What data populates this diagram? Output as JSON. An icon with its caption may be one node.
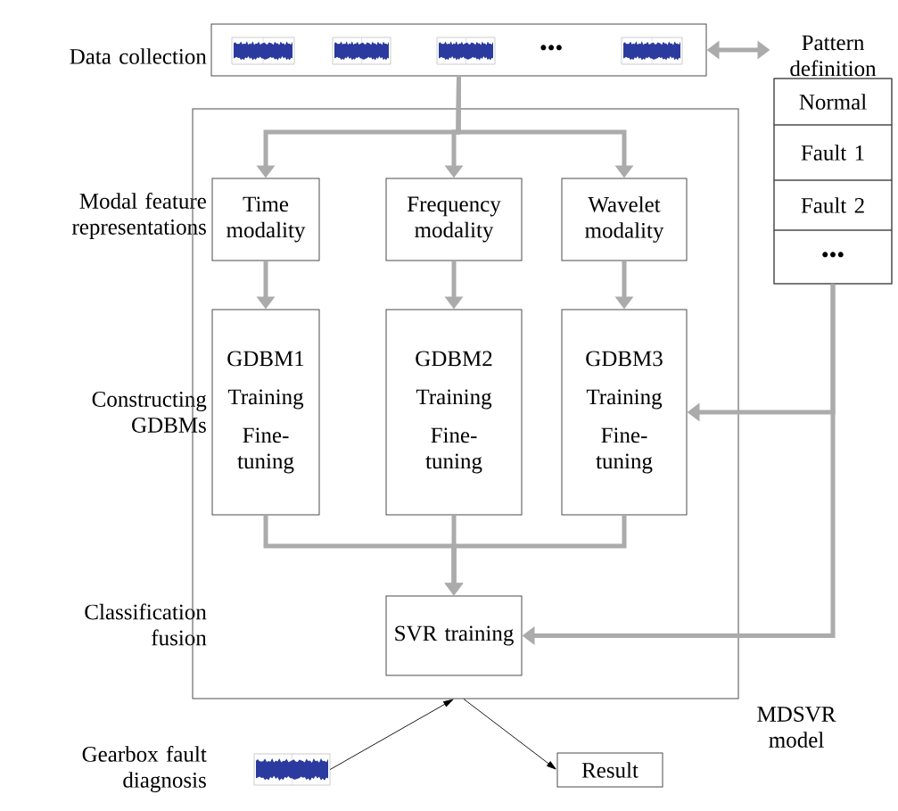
{
  "diagram": {
    "nodes": [
      {
        "text": [
          "•••"
        ]
      },
      {
        "text": [
          "Pattern definition"
        ]
      },
      {
        "text": [
          "Normal"
        ],
        "in": 1
      },
      {
        "text": [
          "Fault 1"
        ],
        "in": 1
      },
      {
        "text": [
          "Fault 2"
        ],
        "in": 1
      },
      {
        "text": [
          "•••"
        ],
        "in": 1
      },
      {
        "text": [
          "MDSVR model"
        ]
      },
      {
        "text": [
          "Time modality"
        ],
        "in": 6
      },
      {
        "text": [
          "Frequency modality"
        ],
        "in": 6
      },
      {
        "text": [
          "Wavelet modality"
        ],
        "in": 6
      },
      {
        "text": [
          "GDBM1",
          "Training",
          "Fine-tuning"
        ],
        "in": 6
      },
      {
        "text": [
          "GDBM2",
          "Training",
          "Fine-tuning"
        ],
        "in": 6
      },
      {
        "text": [
          "GDBM3",
          "Training",
          "Fine-tuning"
        ],
        "in": 6
      },
      {
        "text": [
          "SVR training"
        ],
        "in": 6
      },
      {
        "text": [],
        "shape": "picture"
      },
      {
        "text": [
          "Result"
        ]
      }
    ],
    "edges": [
      {
        "from": 0,
        "to": 1,
        "arrow": "both"
      },
      {
        "from": 0,
        "to": 7,
        "arrow": "to"
      },
      {
        "from": 0,
        "to": 8,
        "arrow": "to"
      },
      {
        "from": 0,
        "to": 9,
        "arrow": "to"
      },
      {
        "from": 7,
        "to": 10,
        "arrow": "to"
      },
      {
        "from": 8,
        "to": 11,
        "arrow": "to"
      },
      {
        "from": 9,
        "to": 12,
        "arrow": "to"
      },
      {
        "from": 10,
        "to": 13,
        "arrow": "to"
      },
      {
        "from": 11,
        "to": 13,
        "arrow": "to"
      },
      {
        "from": 12,
        "to": 13,
        "arrow": "to"
      },
      {
        "from": 5,
        "to": 12,
        "arrow": "to"
      },
      {
        "from": 5,
        "to": 13,
        "arrow": "to"
      },
      {
        "from": 14,
        "to": 6,
        "arrow": "to",
        "color": "#000000"
      },
      {
        "from": 6,
        "to": 15,
        "arrow": "to",
        "color": "#000000"
      }
    ],
    "labels": [
      "Data collection",
      "Modal feature representations",
      "Constructing GDBMs",
      "Classification fusion",
      "Gearbox fault diagnosis"
    ]
  }
}
